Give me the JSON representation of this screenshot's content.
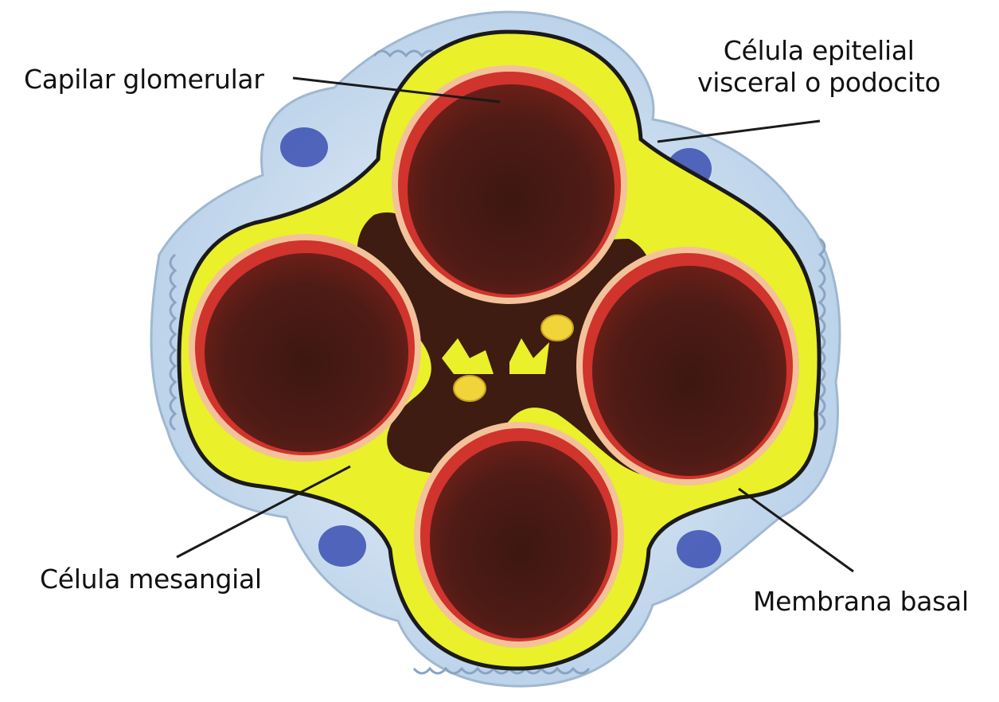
{
  "labels": {
    "capilar_glomerular": "Capilar glomerular",
    "podocito_line1": "Célula epitelial",
    "podocito_line2": "visceral o podocito",
    "celula_mesangial": "Célula mesangial",
    "membrana_basal": "Membrana basal"
  },
  "colors": {
    "capillary_lumen": "#4a1a14",
    "capillary_rim": "#d0342c",
    "endothelium": "#f3c29a",
    "basement_membrane": "#eaf02a",
    "mesangium": "#3e1c12",
    "podocyte_layer": "#cfe0f0",
    "podocyte_nucleus": "#3a4fb0",
    "outline": "#1a1a1a"
  }
}
